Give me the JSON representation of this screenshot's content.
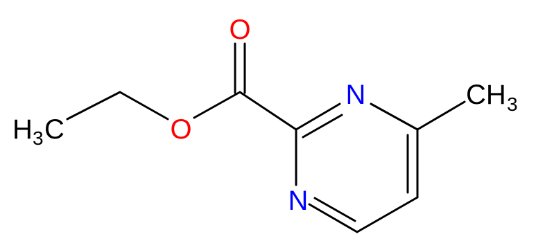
{
  "molecule": {
    "atoms": {
      "oxygen_carbonyl": "O",
      "oxygen_ester": "O",
      "nitrogen_upper": "N",
      "nitrogen_lower": "N",
      "methyl_left": {
        "main": "H",
        "sub": "3",
        "tail": "C"
      },
      "methyl_right": {
        "main": "CH",
        "sub": "3"
      }
    },
    "colors": {
      "bond": "#000000",
      "carbon_hydrogen": "#000000",
      "oxygen": "#ff0000",
      "nitrogen": "#0000ff"
    }
  }
}
